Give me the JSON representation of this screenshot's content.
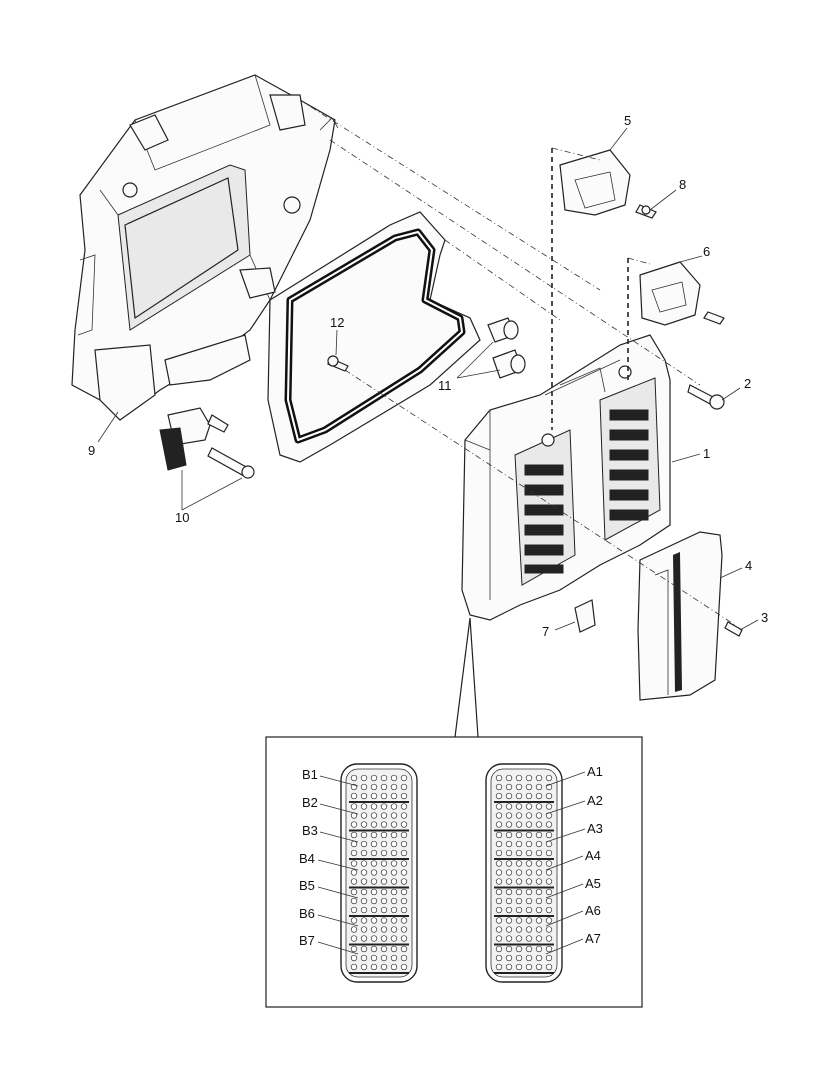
{
  "callouts": {
    "c1": "1",
    "c2": "2",
    "c3": "3",
    "c4": "4",
    "c5": "5",
    "c6": "6",
    "c7": "7",
    "c8": "8",
    "c9": "9",
    "c10": "10",
    "c11": "11",
    "c12": "12"
  },
  "connector_labels": {
    "b": [
      "B1",
      "B2",
      "B3",
      "B4",
      "B5",
      "B6",
      "B7"
    ],
    "a": [
      "A1",
      "A2",
      "A3",
      "A4",
      "A5",
      "A6",
      "A7"
    ]
  },
  "colors": {
    "line": "#222222",
    "shade": "#e9e9e9",
    "background": "#ffffff"
  }
}
